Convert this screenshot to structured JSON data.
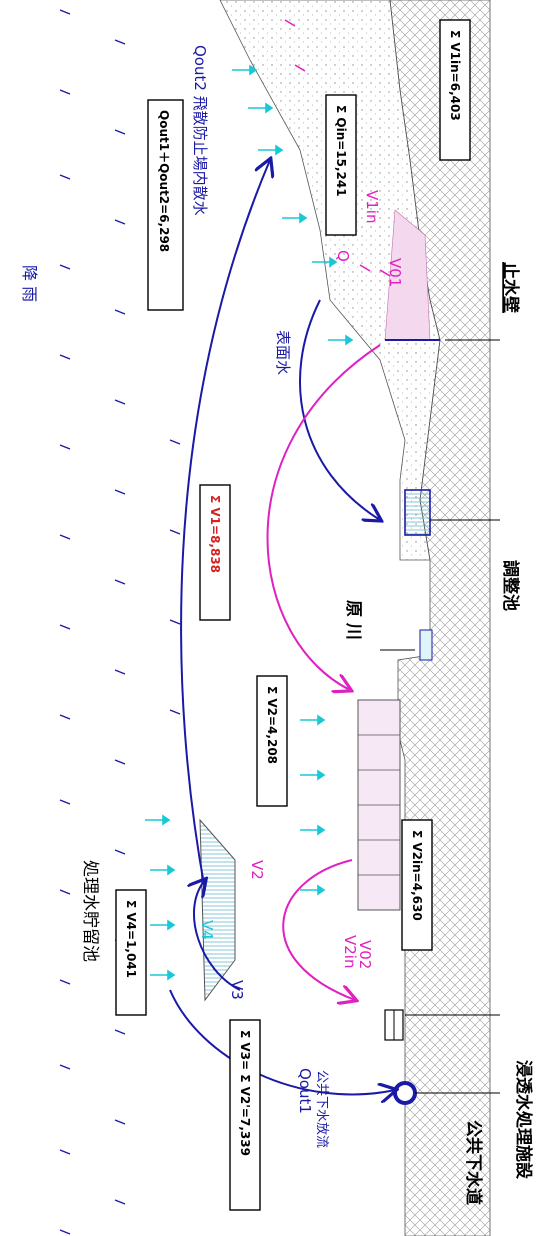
{
  "labels": {
    "rain": "降 雨",
    "cutoff_wall": "止水壁",
    "regulating_pond": "調整池",
    "river": "原 川",
    "leachate_plant": "浸透水処理施設",
    "public_sewer": "公共下水道",
    "surface_water": "表面水",
    "q": "Q",
    "qout2": "Qout2 飛散防止場内散水",
    "qout1": "Qout1",
    "qout1_sub": "公共下水放流",
    "treated_pond": "処理水貯留池",
    "v01": "V01",
    "v1in": "V1in",
    "v02": "V02",
    "v2in": "V2in",
    "v2": "V2",
    "v3": "V3",
    "v4": "V4"
  },
  "boxes": {
    "qout_sum": "Qout1＋Qout2=6,298",
    "qin_sum": "Σ Qin=15,241",
    "v1in_sum": "Σ V1in=6,403",
    "v1_sum": "Σ V1=8,838",
    "v2_sum": "Σ V2=4,208",
    "v2in_sum": "Σ V2in=4,630",
    "v4_sum": "Σ V4=1,041",
    "v3_sum": "Σ V3= Σ V2'=7,339"
  },
  "colors": {
    "blue": "#1a1aa6",
    "magenta": "#e020c0",
    "cyan": "#19c8d8",
    "red": "#d82020",
    "black": "#000000"
  }
}
